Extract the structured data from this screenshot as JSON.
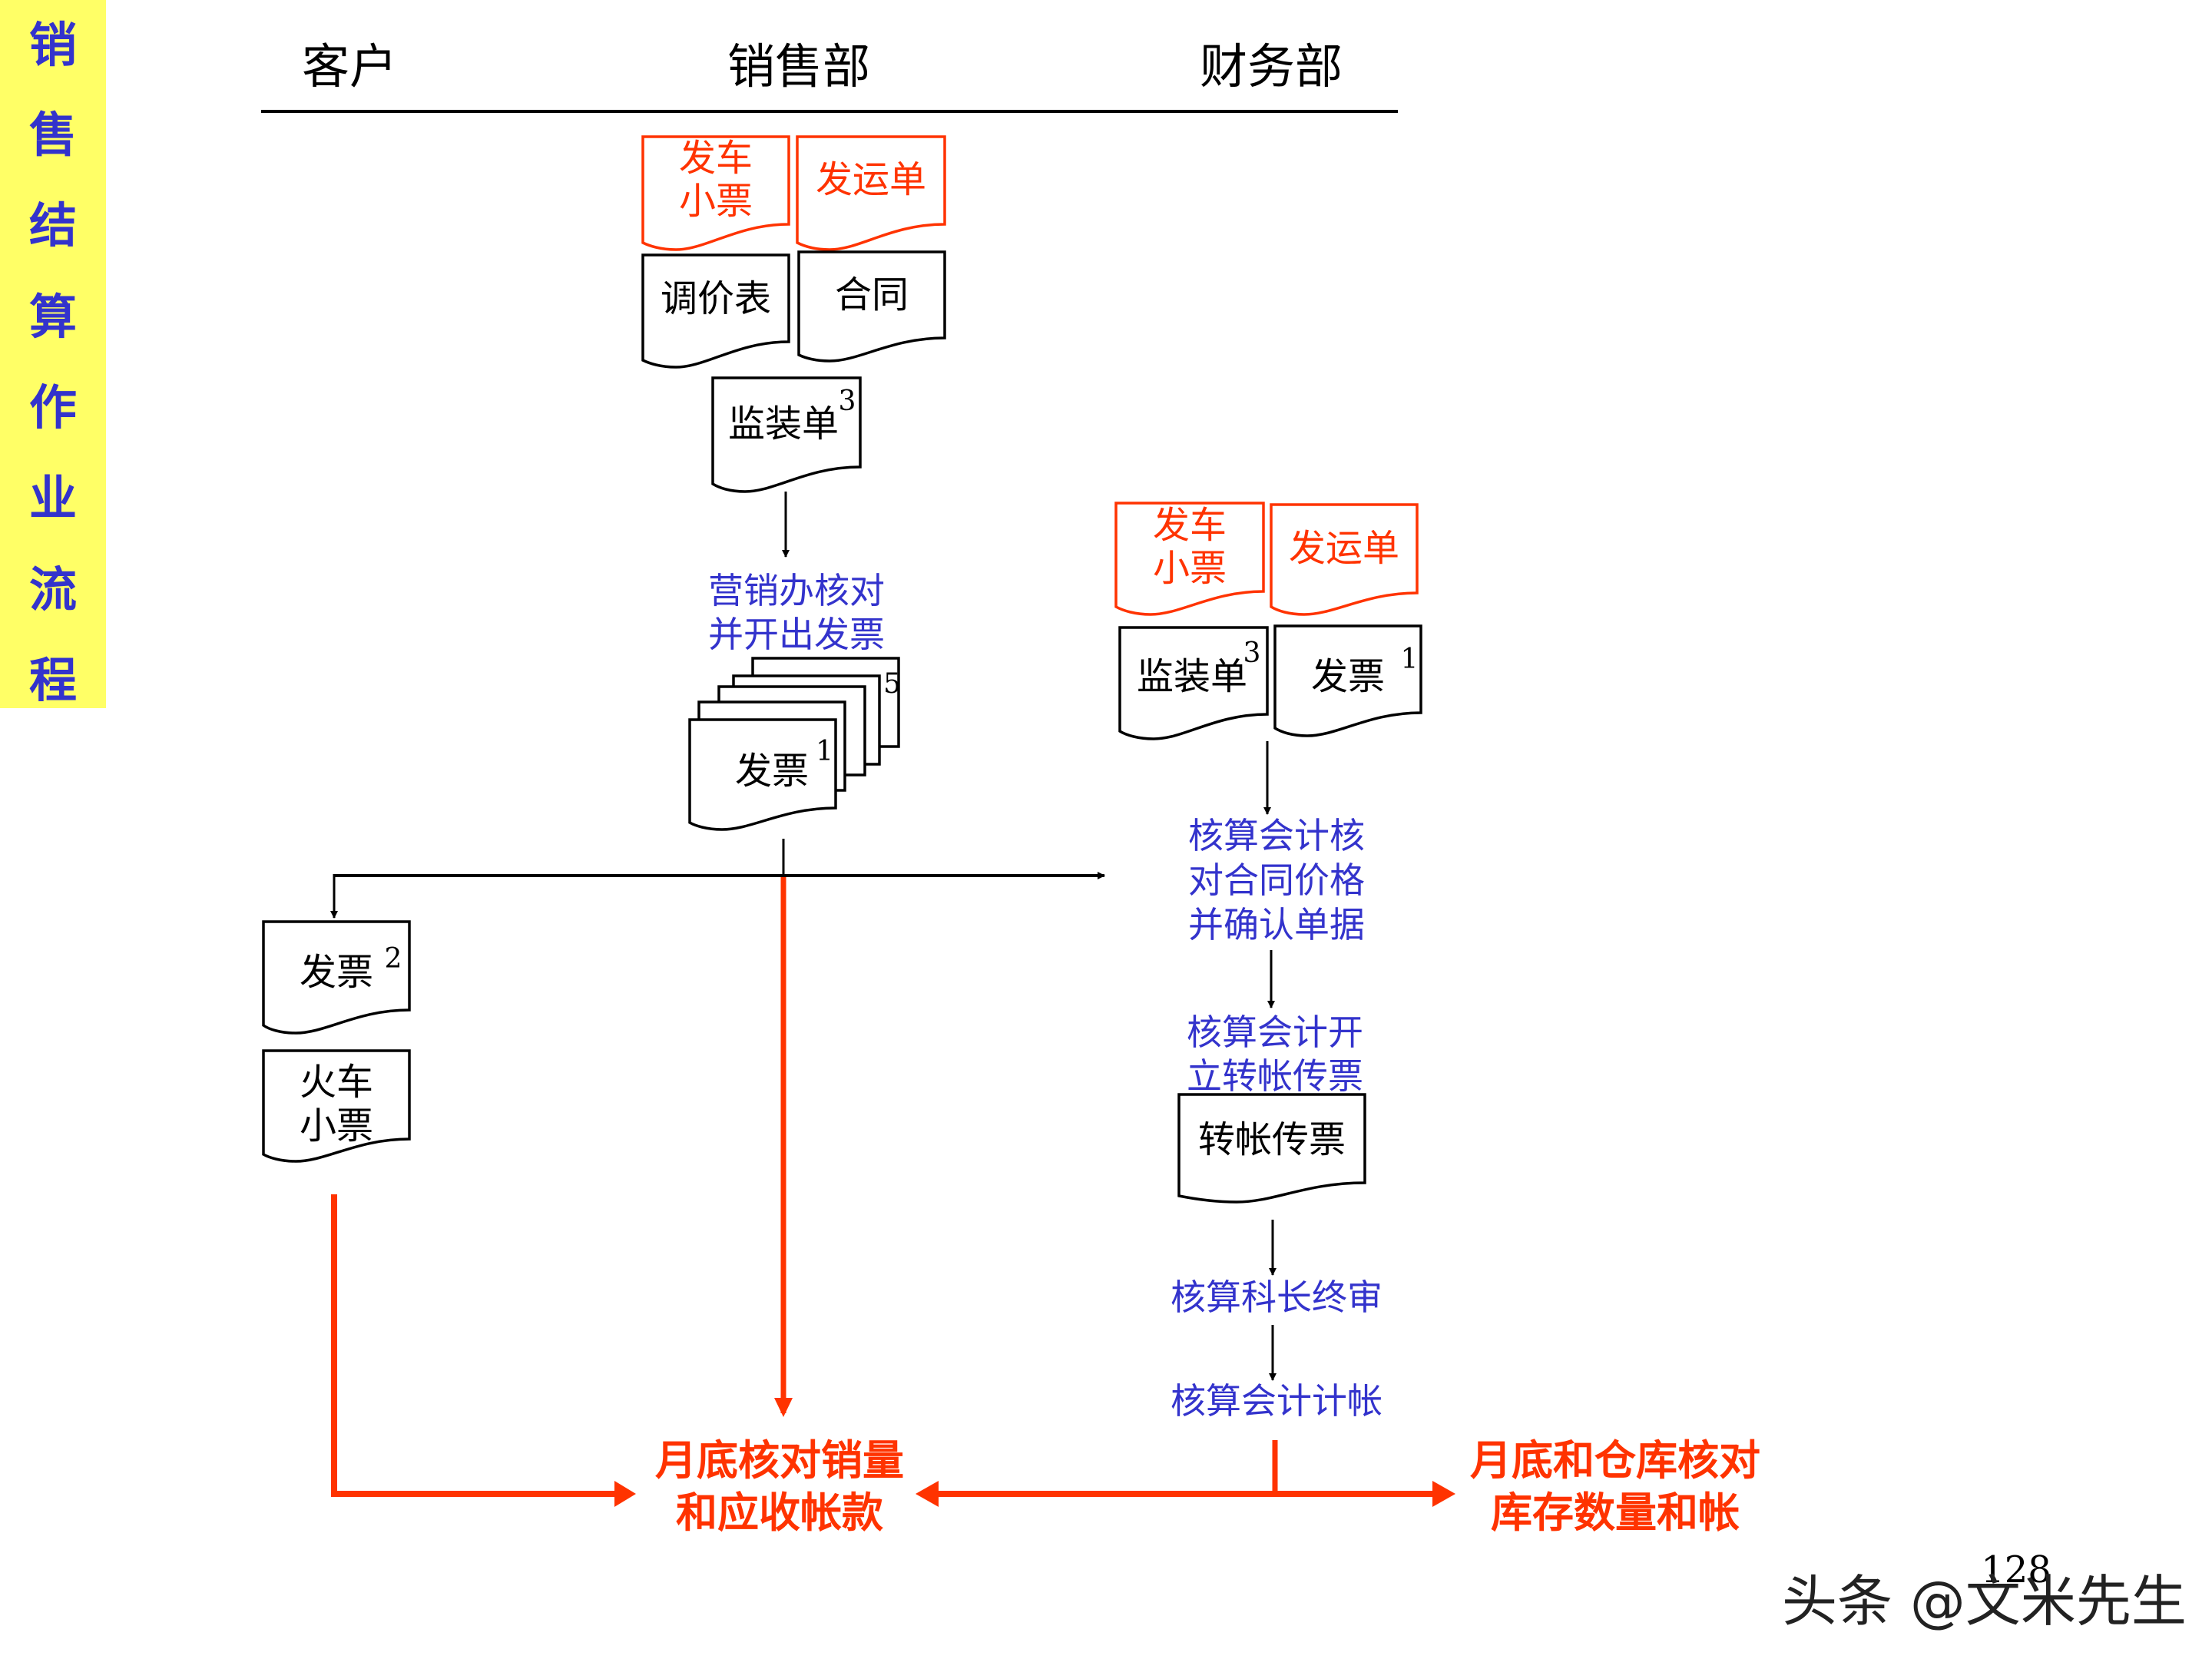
{
  "sidebar": {
    "title_chars": [
      "销",
      "售",
      "结",
      "算",
      "作",
      "业",
      "流",
      "程"
    ],
    "bg_color": "#ffff66",
    "text_color": "#3333cc"
  },
  "lanes": {
    "customer": "客户",
    "sales": "销售部",
    "finance": "财务部"
  },
  "sales": {
    "docs_red": {
      "ticket_line1": "发车",
      "ticket_line2": "小票",
      "waybill": "发运单"
    },
    "docs_black": {
      "price_adjust": "调价表",
      "contract": "合同",
      "loading_sheet": "监装单",
      "loading_sheet_copies": "3"
    },
    "step1_line1": "营销办核对",
    "step1_line2": "并开出发票",
    "invoice_stack": {
      "label": "发票",
      "front_copy": "1",
      "back_copy": "5"
    }
  },
  "customer": {
    "invoice": {
      "label": "发票",
      "copy": "2"
    },
    "train_ticket_line1": "火车",
    "train_ticket_line2": "小票"
  },
  "finance": {
    "docs_red": {
      "ticket_line1": "发车",
      "ticket_line2": "小票",
      "waybill": "发运单"
    },
    "docs_black": {
      "loading_sheet": "监装单",
      "loading_sheet_copies": "3",
      "invoice": "发票",
      "invoice_copy": "1"
    },
    "step1_lines": [
      "核算会计核",
      "对合同价格",
      "并确认单据"
    ],
    "step2_lines": [
      "核算会计开",
      "立转帐传票"
    ],
    "transfer_voucher": "转帐传票",
    "step3": "核算科长终审",
    "step4": "核算会计计帐"
  },
  "results": {
    "left_line1": "月底核对销量",
    "left_line2": "和应收帐款",
    "right_line1": "月底和仓库核对",
    "right_line2": "库存数量和帐"
  },
  "colors": {
    "accent_red": "#ff3300",
    "step_blue": "#3333cc"
  },
  "page_number": "128",
  "watermark": "头条 @文米先生"
}
